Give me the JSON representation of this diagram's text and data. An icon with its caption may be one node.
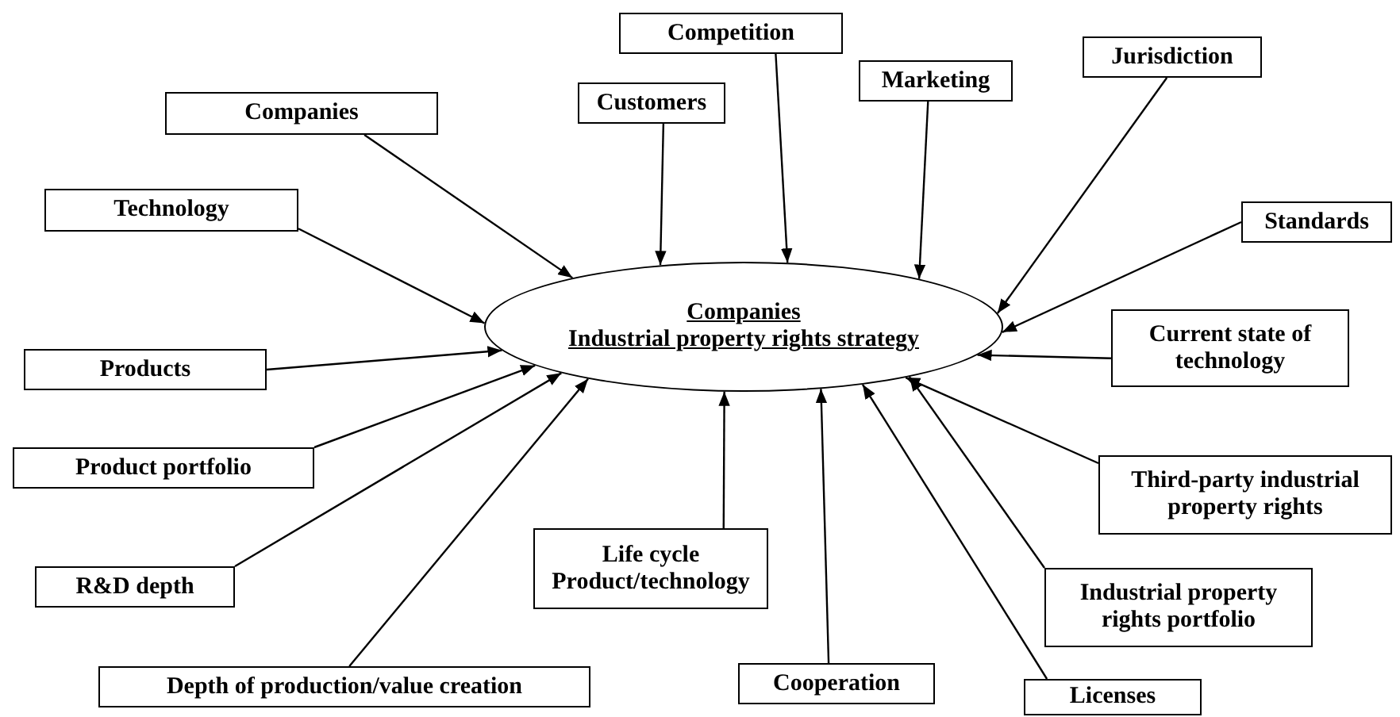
{
  "diagram": {
    "nodes": [
      {
        "text": [
          "Companies",
          "Industrial property rights strategy"
        ]
      },
      {
        "text": [
          "Companies"
        ]
      },
      {
        "text": [
          "Technology"
        ]
      },
      {
        "text": [
          "Customers"
        ]
      },
      {
        "text": [
          "Competition"
        ]
      },
      {
        "text": [
          "Marketing"
        ]
      },
      {
        "text": [
          "Jurisdiction"
        ]
      },
      {
        "text": [
          "Standards"
        ]
      },
      {
        "text": [
          "Products"
        ]
      },
      {
        "text": [
          "Current state of technology"
        ]
      },
      {
        "text": [
          "Product portfolio"
        ]
      },
      {
        "text": [
          "Third-party industrial property rights"
        ]
      },
      {
        "text": [
          "R&D depth"
        ]
      },
      {
        "text": [
          "Life cycle Product/technology"
        ]
      },
      {
        "text": [
          "Industrial property rights portfolio"
        ]
      },
      {
        "text": [
          "Depth of production/value creation"
        ]
      },
      {
        "text": [
          "Cooperation"
        ]
      },
      {
        "text": [
          "Licenses"
        ]
      }
    ],
    "edges": [
      {
        "from": 1,
        "to": 0,
        "arrow": "to"
      },
      {
        "from": 2,
        "to": 0,
        "arrow": "to"
      },
      {
        "from": 3,
        "to": 0,
        "arrow": "to"
      },
      {
        "from": 4,
        "to": 0,
        "arrow": "to"
      },
      {
        "from": 5,
        "to": 0,
        "arrow": "to"
      },
      {
        "from": 6,
        "to": 0,
        "arrow": "to"
      },
      {
        "from": 7,
        "to": 0,
        "arrow": "to"
      },
      {
        "from": 8,
        "to": 0,
        "arrow": "to"
      },
      {
        "from": 9,
        "to": 0,
        "arrow": "to"
      },
      {
        "from": 10,
        "to": 0,
        "arrow": "to"
      },
      {
        "from": 11,
        "to": 0,
        "arrow": "to"
      },
      {
        "from": 12,
        "to": 0,
        "arrow": "to"
      },
      {
        "from": 13,
        "to": 0,
        "arrow": "to"
      },
      {
        "from": 14,
        "to": 0,
        "arrow": "to"
      },
      {
        "from": 15,
        "to": 0,
        "arrow": "to"
      },
      {
        "from": 16,
        "to": 0,
        "arrow": "to"
      },
      {
        "from": 17,
        "to": 0,
        "arrow": "to"
      }
    ]
  }
}
